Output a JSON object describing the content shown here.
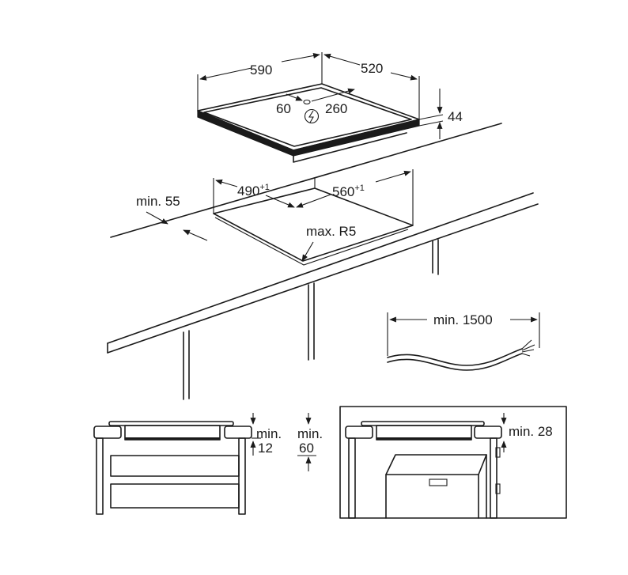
{
  "hob_top": {
    "width": "590",
    "depth": "520",
    "cable_offset": "60",
    "cable_distance": "260",
    "height": "44"
  },
  "cutout": {
    "width": "490",
    "width_tol": "+1",
    "depth": "560",
    "depth_tol": "+1",
    "front_clearance": "min. 55",
    "corner_radius": "max. R5"
  },
  "cable": {
    "length": "min. 1500"
  },
  "installation_drawer": {
    "min_label_a": "min.",
    "min_value_a": "12",
    "min_label_b": "min.",
    "min_value_b": "60"
  },
  "installation_oven": {
    "clearance": "min. 28"
  },
  "icons": {
    "power": "power-symbol-icon"
  }
}
